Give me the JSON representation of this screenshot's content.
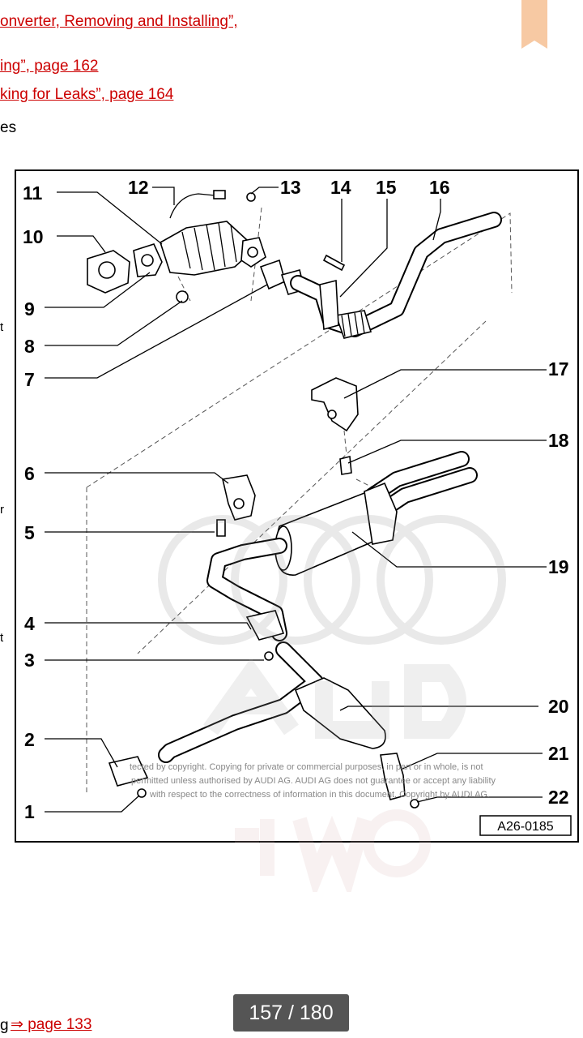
{
  "page": {
    "top_links": [
      "onverter, Removing and Installing”,",
      "ing”, page 162",
      "king for Leaks”, page 164"
    ],
    "top_fragment": "es",
    "side_fragments": [
      "t",
      "r",
      "t"
    ],
    "bottom_prefix": "g",
    "bottom_link": "⇒ page 133"
  },
  "figure": {
    "callouts": [
      "1",
      "2",
      "3",
      "4",
      "5",
      "6",
      "7",
      "8",
      "9",
      "10",
      "11",
      "12",
      "13",
      "14",
      "15",
      "16",
      "17",
      "18",
      "19",
      "20",
      "21",
      "22"
    ],
    "figure_id": "A26-0185",
    "copyright_lines": [
      "tected by copyright. Copying for private or commercial purposes, in part or in whole, is not",
      "permitted unless authorised by AUDI AG. AUDI AG does not guarantee or accept any liability",
      "with respect to the correctness of information in this document. Copyright by AUDI AG."
    ]
  },
  "pager": {
    "current": 157,
    "total": 180,
    "label": "157 / 180"
  },
  "colors": {
    "link": "#cc0000",
    "bookmark": "#f7c9a3",
    "pager_bg": "#555555"
  },
  "icons": {
    "bookmark": "bookmark-icon"
  }
}
